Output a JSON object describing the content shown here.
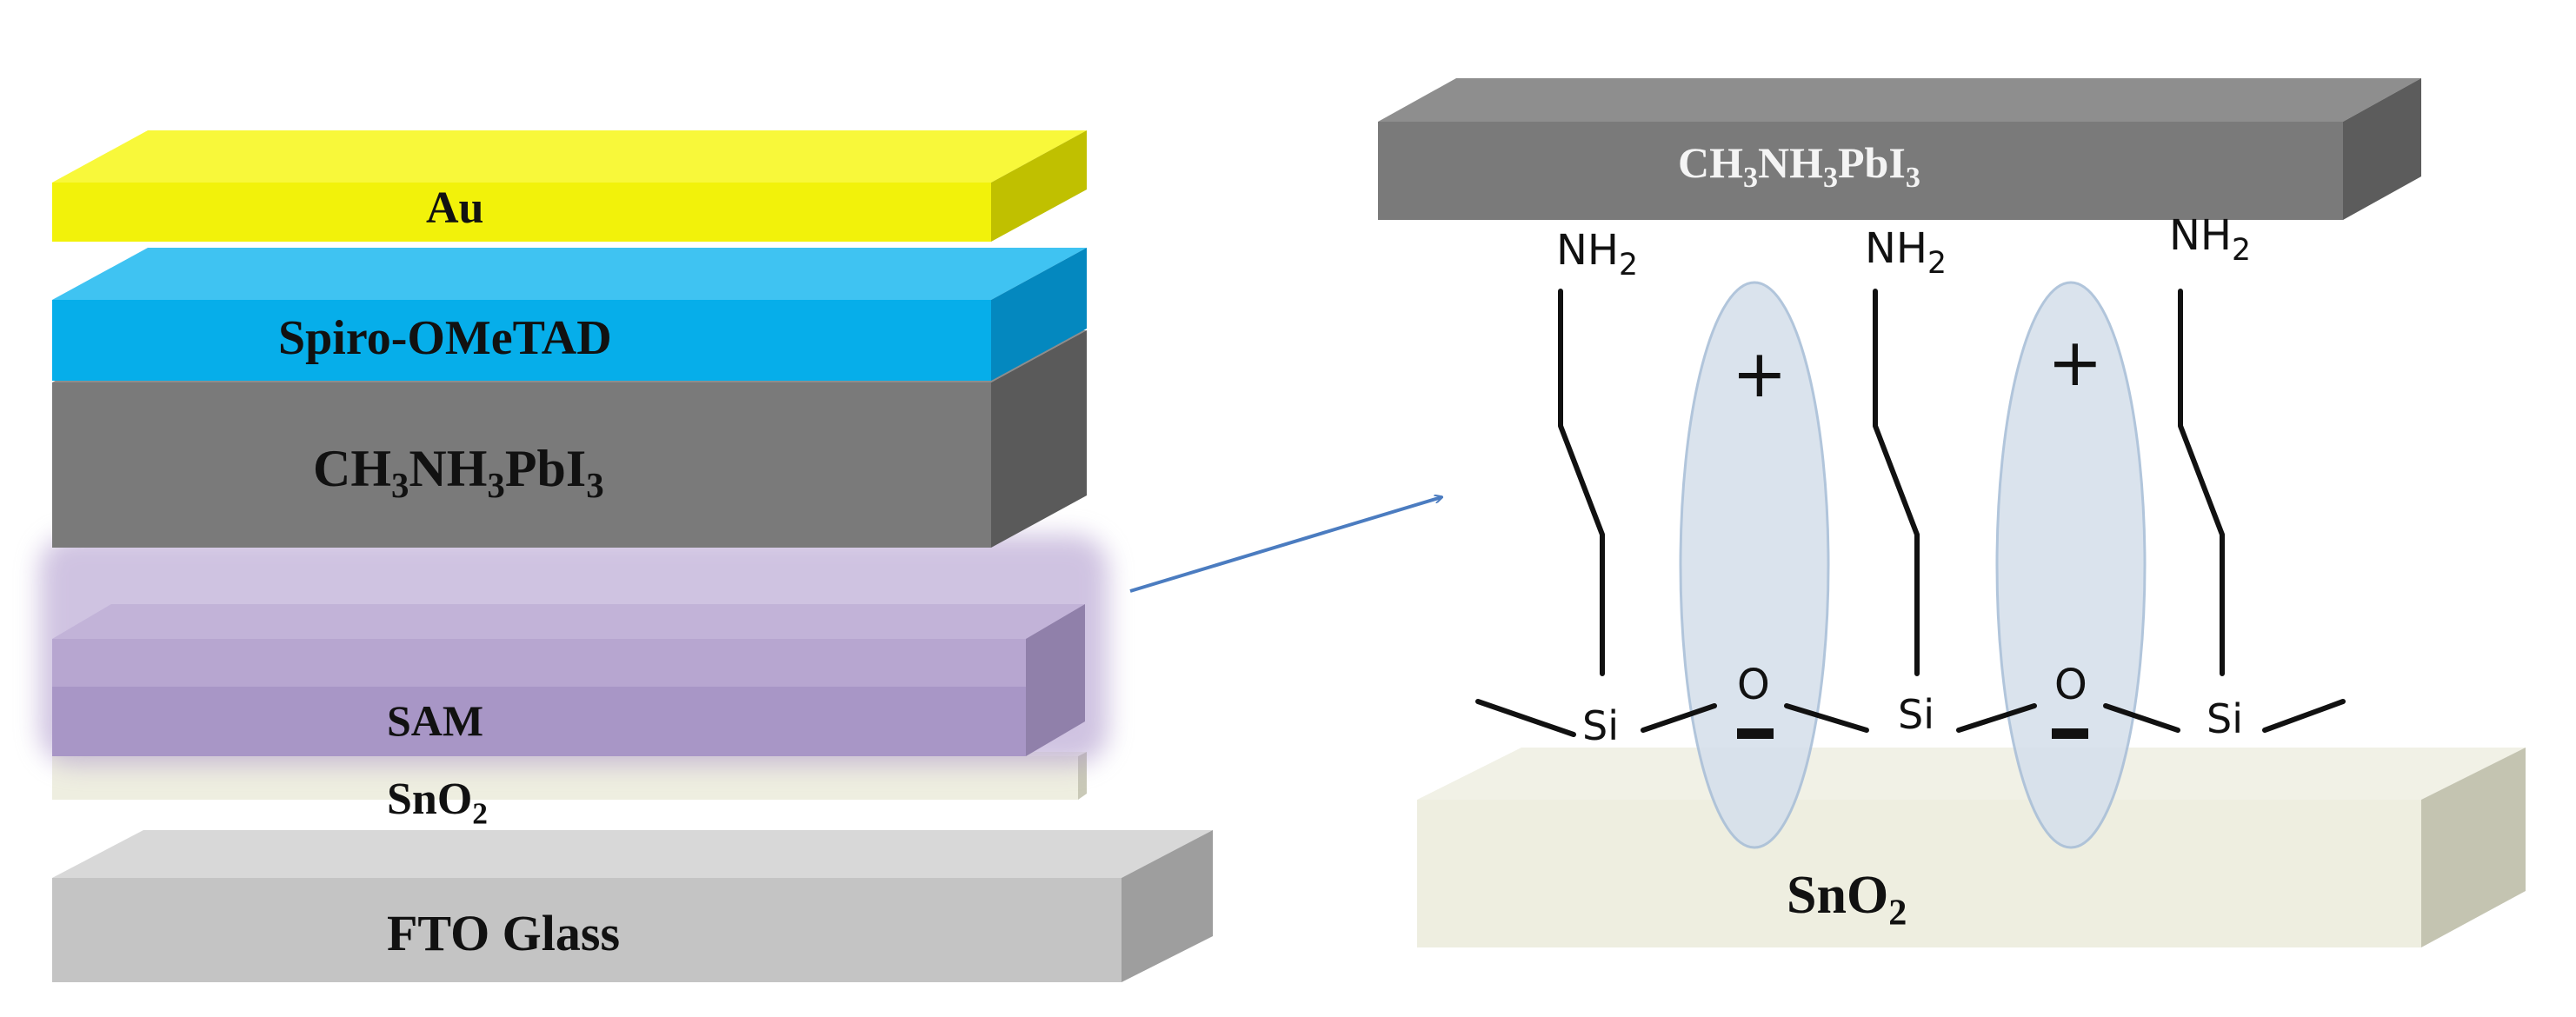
{
  "left_stack": {
    "au": "Au",
    "spiro": "Spiro-OMeTAD",
    "perovskite": {
      "base1": "CH",
      "sub1": "3",
      "base2": "NH",
      "sub2": "3",
      "base3": "PbI",
      "sub3": "3"
    },
    "sam": "SAM",
    "sno2": {
      "base": "SnO",
      "sub": "2"
    },
    "fto": "FTO Glass"
  },
  "right_detail": {
    "perovskite": {
      "base1": "CH",
      "sub1": "3",
      "base2": "NH",
      "sub2": "3",
      "base3": "PbI",
      "sub3": "3"
    },
    "amine": {
      "base": "NH",
      "sub": "2"
    },
    "silicon": "Si",
    "oxygen": "O",
    "plus": "+",
    "substrate": {
      "base": "SnO",
      "sub": "2"
    }
  },
  "colors": {
    "au": "#f2f20a",
    "spiro": "#06aeea",
    "perovskite": "#7a7a7a",
    "sam": "#b3a0cb",
    "sno2": "#eeeee0",
    "fto": "#c4c4c4",
    "dipole": "#d6e0ec",
    "arrow": "#4b7cc0"
  }
}
